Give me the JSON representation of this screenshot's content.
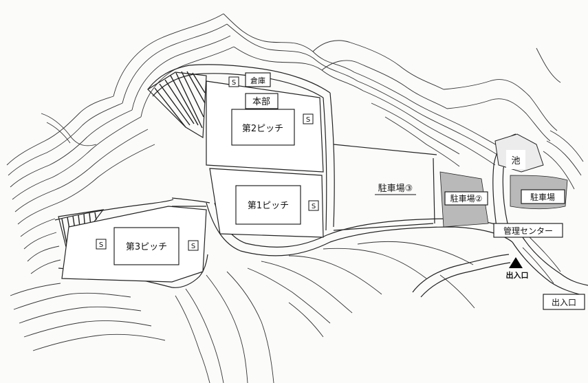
{
  "facilities": {
    "storage": "倉庫",
    "headquarters": "本部",
    "pitch2": "第2ピッチ",
    "pitch1": "第1ピッチ",
    "pitch3": "第3ピッチ",
    "parking3": "駐車場③",
    "parking2": "駐車場②",
    "parking": "駐車場",
    "pond": "池",
    "management_center": "管理センター",
    "entrance_marker": "出入口",
    "entrance_label": "出入口"
  },
  "symbols": {
    "s_marker": "S",
    "entrance_icon": "triangle-icon"
  },
  "colors": {
    "ink": "#111111",
    "parking_fill": "#b9b9b9",
    "paper": "#fbfbfa"
  }
}
